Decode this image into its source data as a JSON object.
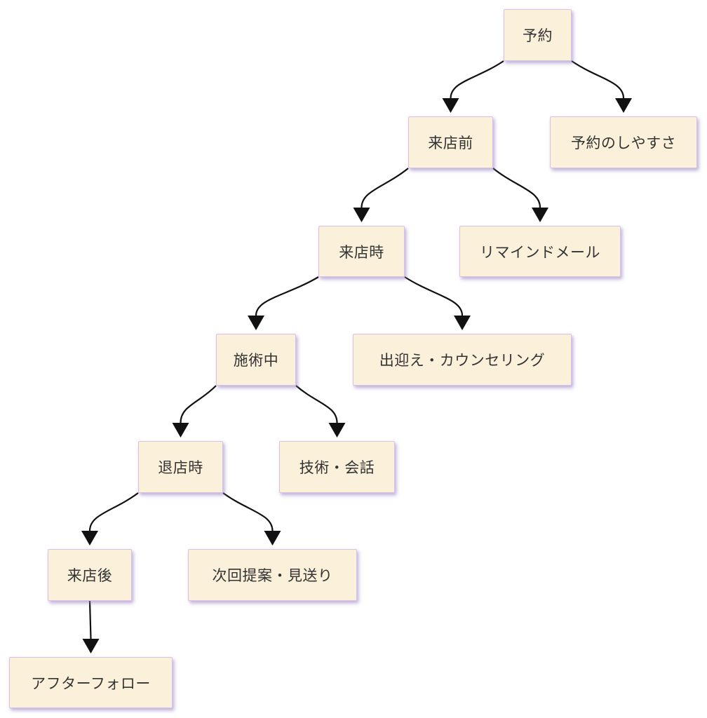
{
  "diagram": {
    "type": "flowchart",
    "direction": "top-down",
    "title": "",
    "nodes": [
      {
        "id": "yoyaku",
        "label": "予約"
      },
      {
        "id": "raiten-mae",
        "label": "来店前"
      },
      {
        "id": "yoyaku-no-shiyasusa",
        "label": "予約のしやすさ"
      },
      {
        "id": "raiten-ji",
        "label": "来店時"
      },
      {
        "id": "remind-mail",
        "label": "リマインドメール"
      },
      {
        "id": "sejutsu-chu",
        "label": "施術中"
      },
      {
        "id": "demukae-counseling",
        "label": "出迎え・カウンセリング"
      },
      {
        "id": "taiten-ji",
        "label": "退店時"
      },
      {
        "id": "gijutsu-kaiwa",
        "label": "技術・会話"
      },
      {
        "id": "raiten-go",
        "label": "来店後"
      },
      {
        "id": "jikai-teian-miokuri",
        "label": "次回提案・見送り"
      },
      {
        "id": "after-follow",
        "label": "アフターフォロー"
      }
    ],
    "edges": [
      {
        "from": "予約",
        "to": "来店前"
      },
      {
        "from": "予約",
        "to": "予約のしやすさ"
      },
      {
        "from": "来店前",
        "to": "来店時"
      },
      {
        "from": "来店前",
        "to": "リマインドメール"
      },
      {
        "from": "来店時",
        "to": "施術中"
      },
      {
        "from": "来店時",
        "to": "出迎え・カウンセリング"
      },
      {
        "from": "施術中",
        "to": "退店時"
      },
      {
        "from": "施術中",
        "to": "技術・会話"
      },
      {
        "from": "退店時",
        "to": "来店後"
      },
      {
        "from": "退店時",
        "to": "次回提案・見送り"
      },
      {
        "from": "来店後",
        "to": "アフターフォロー"
      }
    ],
    "colors": {
      "background": "#ffffff",
      "node_fill": "#fbf1db",
      "node_border": "#d6c2e6",
      "node_text": "#333333",
      "edge_stroke": "#111111"
    }
  }
}
